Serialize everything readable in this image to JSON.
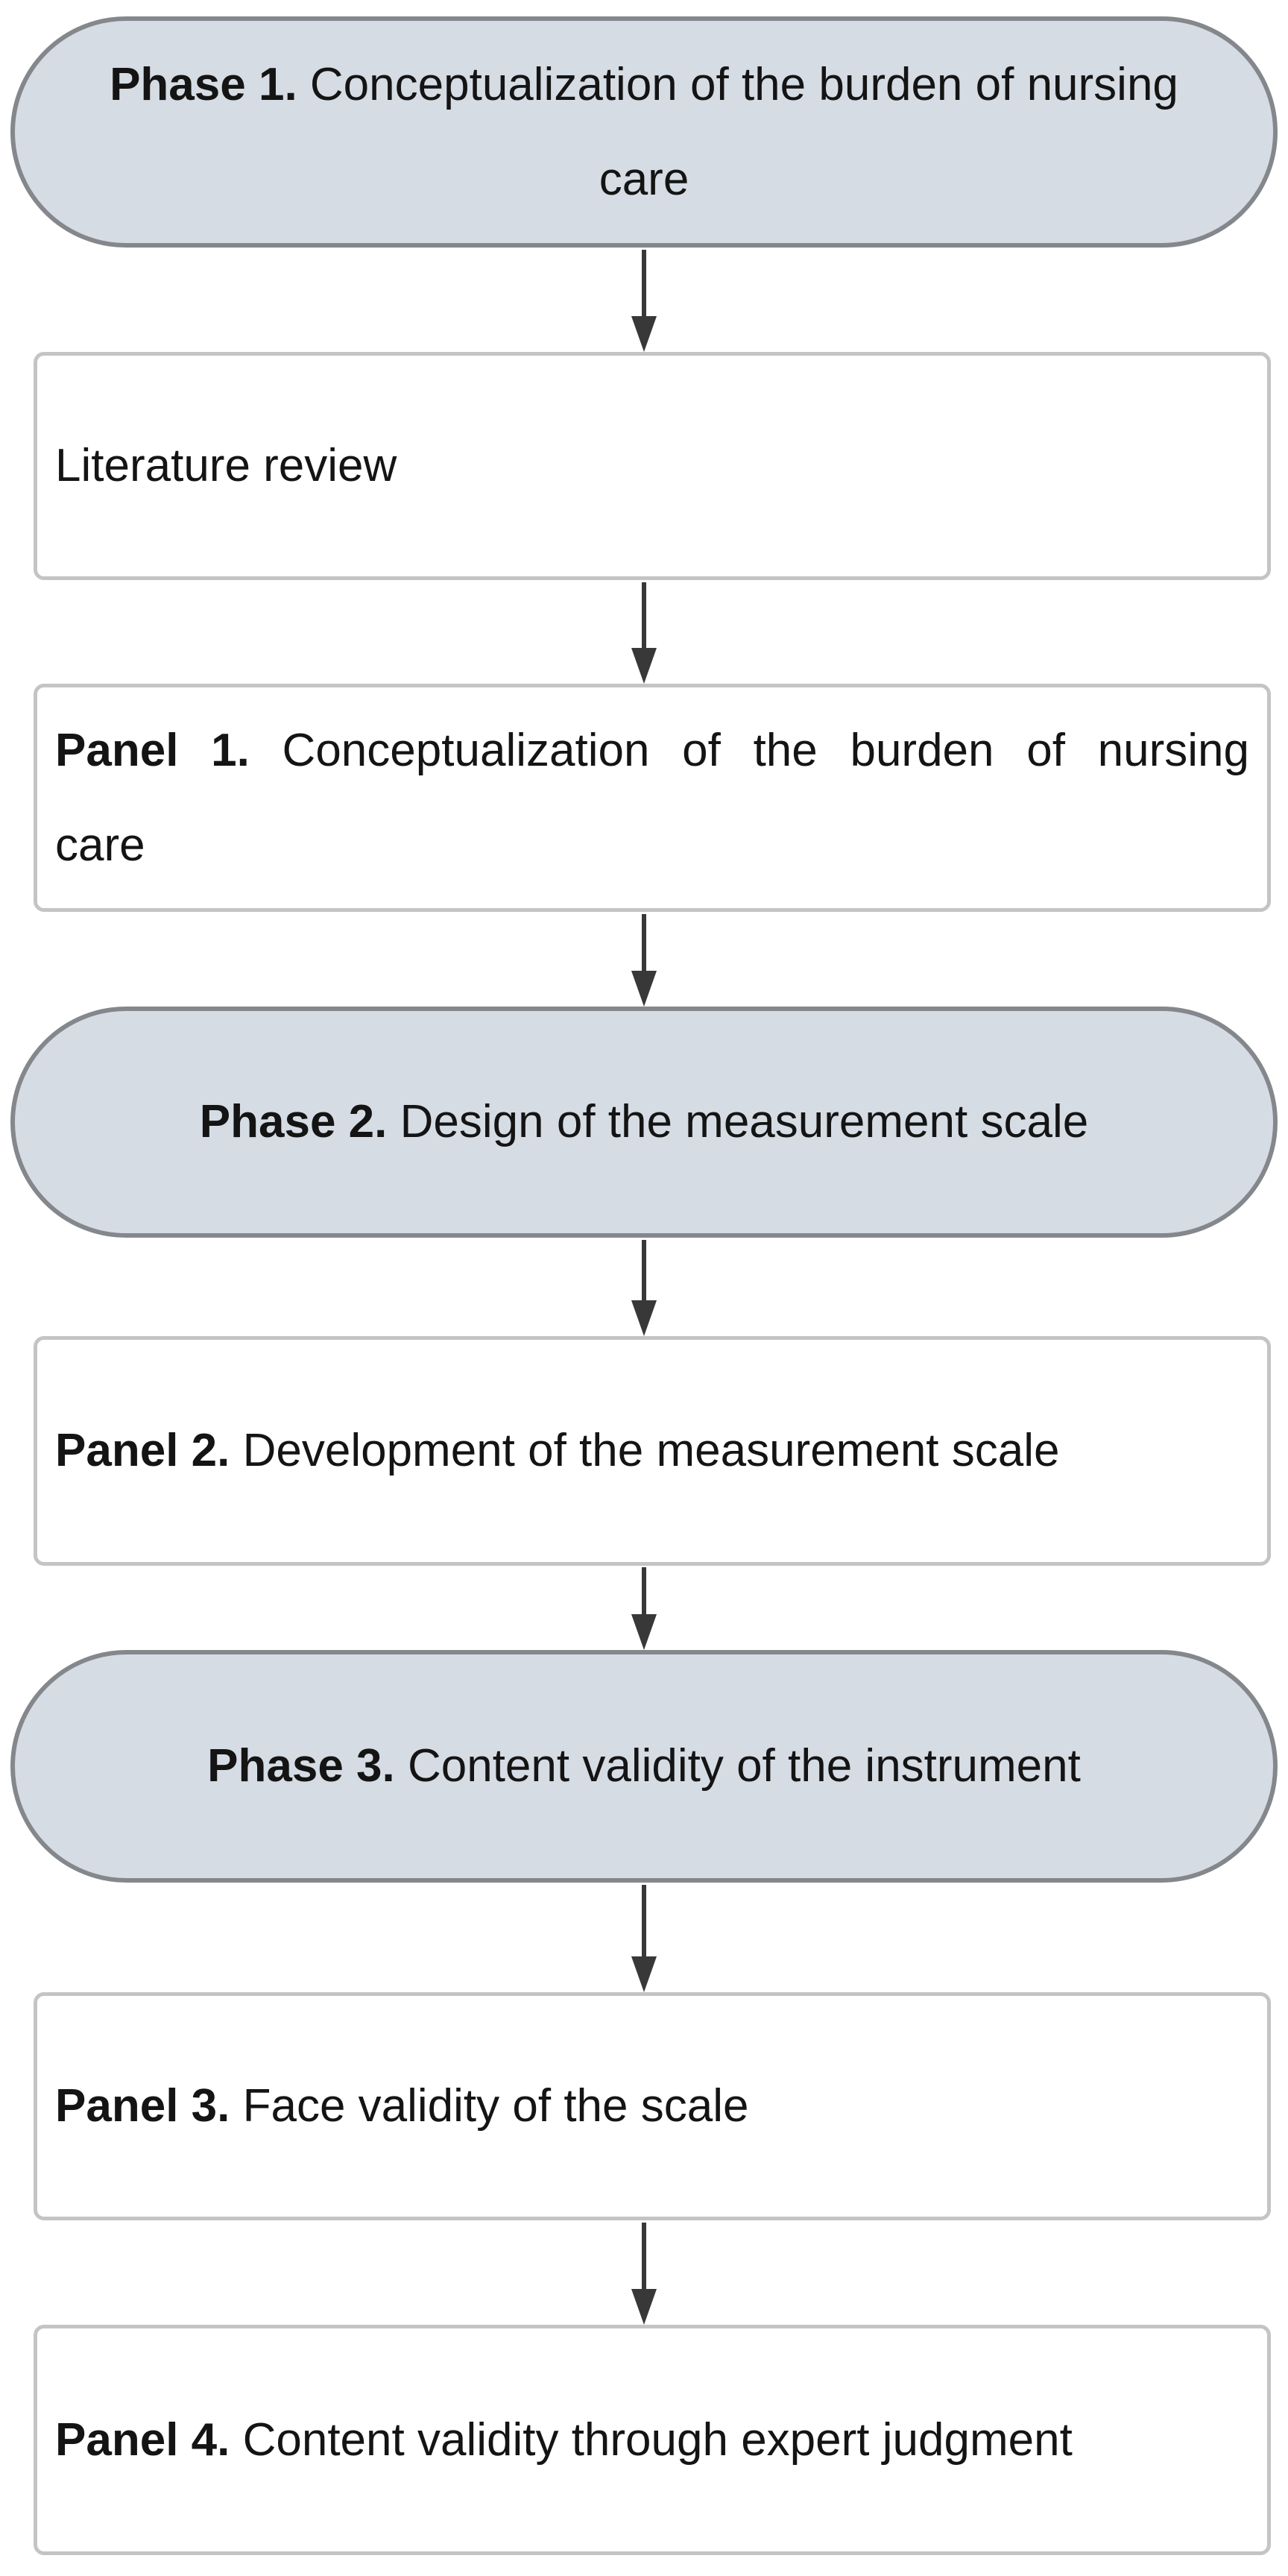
{
  "colors": {
    "phase_fill": "#d6dce4",
    "phase_border": "#84878b",
    "panel_fill": "#ffffff",
    "panel_border": "#c4c4c4",
    "arrow": "#383838",
    "text": "#141414"
  },
  "flowchart": {
    "nodes": {
      "phase1": {
        "bold": "Phase 1.",
        "text": " Conceptualization of the burden of nursing",
        "text2": "care"
      },
      "literature": {
        "text": "Literature review"
      },
      "panel1": {
        "bold": "Panel 1.",
        "text": " Conceptualization of the burden of nursing",
        "text2": "care"
      },
      "phase2": {
        "bold": "Phase 2.",
        "text": " Design of the measurement scale"
      },
      "panel2": {
        "bold": "Panel 2.",
        "text": " Development of the measurement scale"
      },
      "phase3": {
        "bold": "Phase 3.",
        "text": " Content validity of the instrument"
      },
      "panel3": {
        "bold": "Panel 3.",
        "text": " Face validity of the scale"
      },
      "panel4": {
        "bold": "Panel 4.",
        "text": " Content validity through expert judgment"
      }
    }
  }
}
